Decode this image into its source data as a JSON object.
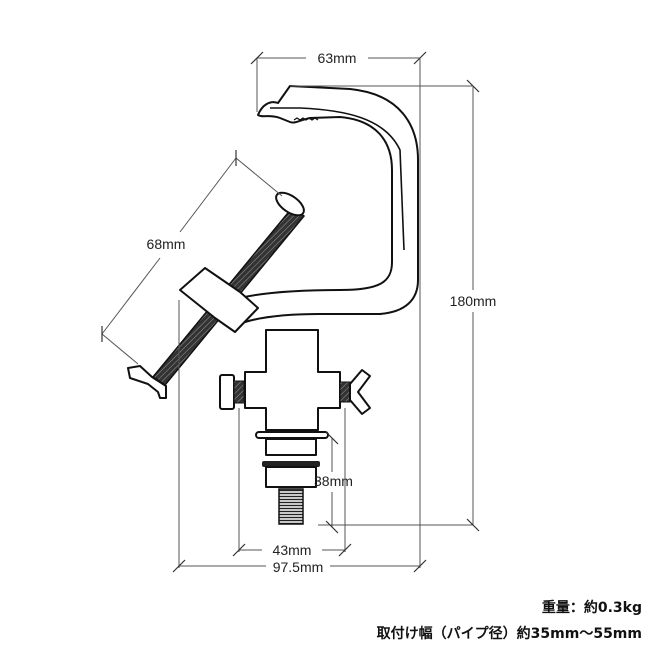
{
  "diagram": {
    "subject": "hook-clamp",
    "dimensions": {
      "width_jaw": "63mm",
      "height_total": "180mm",
      "bolt_length": "68mm",
      "bolt_stub": "38mm",
      "body_width": "43mm",
      "total_width": "97.5mm"
    }
  },
  "specs": {
    "weight": "重量：約0.3kg",
    "pipe_range": "取付け幅（パイプ径）約35mm〜55mm"
  },
  "colors": {
    "line": "#111111",
    "dimension_line": "#555555",
    "thread": "#444444"
  }
}
